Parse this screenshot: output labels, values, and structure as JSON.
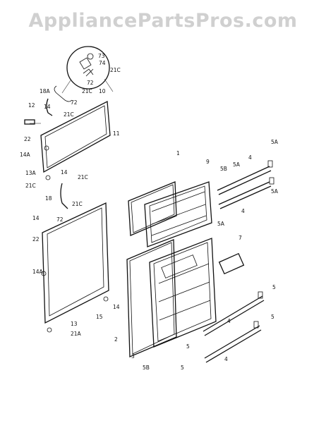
{
  "watermark": "AppliancePartsPros.com",
  "labels": {
    "l73": "73",
    "l74": "74",
    "l72a": "72",
    "l21c_a": "21C",
    "l18a": "18A",
    "l21c_b": "21C",
    "l10": "10",
    "l72b": "72",
    "l12": "12",
    "l14a": "14",
    "l21c_c": "21C",
    "l11": "11",
    "l22a": "22",
    "l14aa": "14A",
    "l13a": "13A",
    "l14b": "14",
    "l21c_d": "21C",
    "l21c_e": "21C",
    "l18": "18",
    "l21c_f": "21C",
    "l14c": "14",
    "l72c": "72",
    "l22b": "22",
    "l14ab": "14A",
    "l14d": "14",
    "l15": "15",
    "l13": "13",
    "l21a": "21A",
    "l1": "1",
    "l9": "9",
    "l5b_a": "5B",
    "l5a_a": "5A",
    "l4a": "4",
    "l5a_b": "5A",
    "l5a_c": "5A",
    "l4b": "4",
    "l5a_d": "5A",
    "l7": "7",
    "l2": "2",
    "l3": "3",
    "l5b_b": "5B",
    "l5a": "5",
    "l4c": "4",
    "l5b": "5",
    "l5c": "5",
    "l4d": "4",
    "l5d": "5"
  }
}
